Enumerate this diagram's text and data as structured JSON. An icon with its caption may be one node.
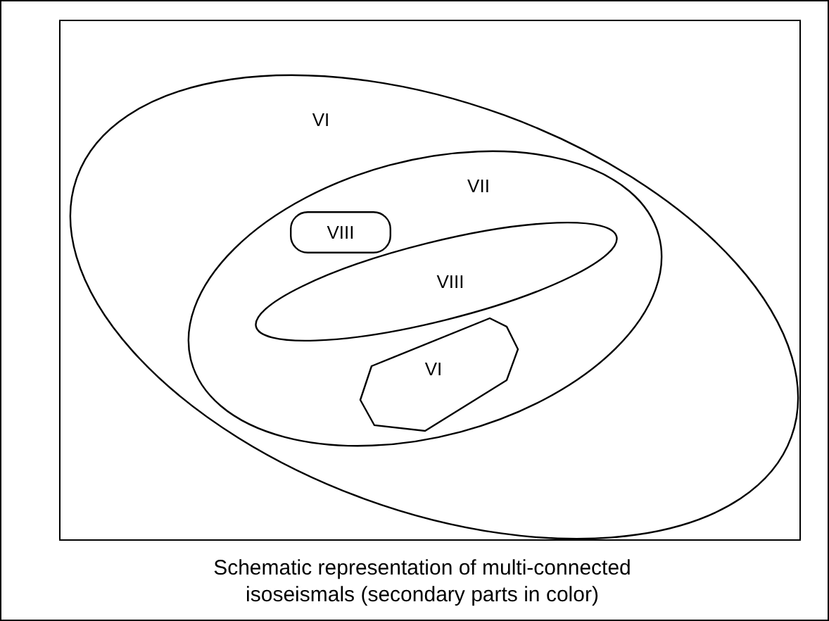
{
  "diagram": {
    "caption": "Schematic representation of multi-connected isoseismals (secondary parts in color)",
    "nodes": [
      {
        "text": [
          "VI"
        ]
      },
      {
        "text": [
          "VII"
        ],
        "in": 0
      },
      {
        "text": [
          "VIII"
        ],
        "in": 1
      },
      {
        "text": [
          "VIII"
        ],
        "in": 1
      },
      {
        "text": [
          "VI"
        ],
        "in": 1
      }
    ]
  }
}
